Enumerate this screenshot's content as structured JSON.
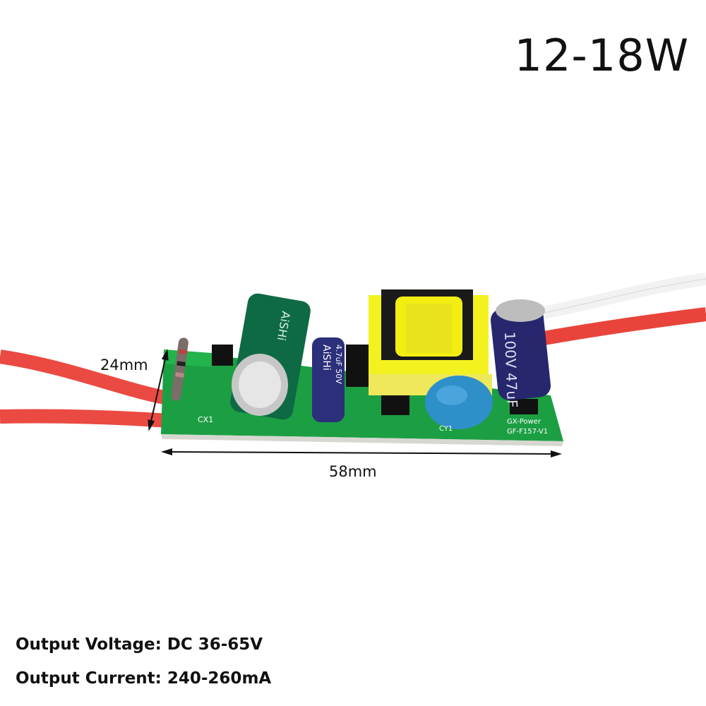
{
  "title": "12-18W",
  "dimensions": {
    "width_label": "24mm",
    "length_label": "58mm"
  },
  "specs": [
    {
      "text": "Output Voltage: DC 36-65V"
    },
    {
      "text": "Output Current: 240-260mA"
    }
  ],
  "components": {
    "big_cap_brand": "AiSHi",
    "small_cap_brand": "AiSHi",
    "small_cap_rating": "4.7uF 50V",
    "right_cap_rating": "100V 47uF",
    "pcb_label_1": "GX-Power",
    "pcb_label_2": "GF-F157-V1",
    "pcb_cx1": "CX1",
    "pcb_cy1": "CY1"
  }
}
